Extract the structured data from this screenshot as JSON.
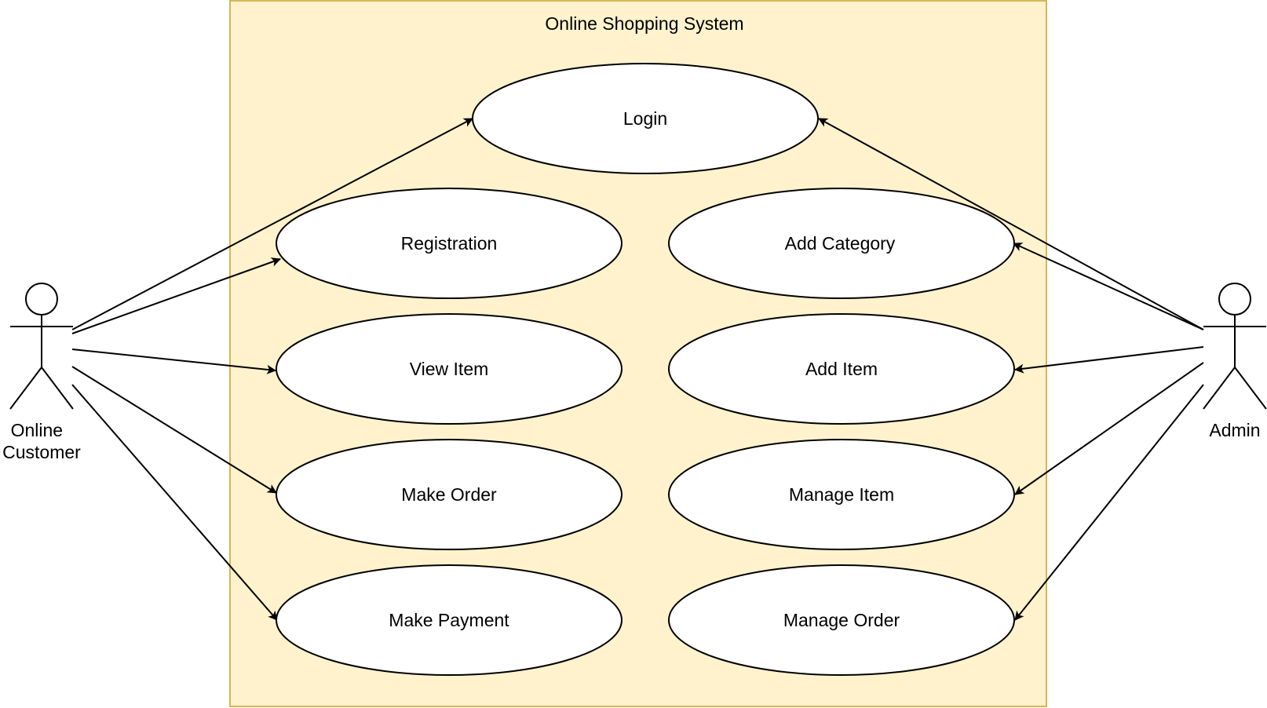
{
  "system": {
    "title": "Online Shopping System",
    "fill_color": "#FFF2CC",
    "border_color": "#D6B656"
  },
  "actors": {
    "customer": {
      "label_line1": "Online",
      "label_line2": "Customer"
    },
    "admin": {
      "label": "Admin"
    }
  },
  "use_cases": {
    "login": "Login",
    "registration": "Registration",
    "view_item": "View Item",
    "make_order": "Make Order",
    "make_payment": "Make Payment",
    "add_category": "Add Category",
    "add_item": "Add Item",
    "manage_item": "Manage Item",
    "manage_order": "Manage Order"
  },
  "associations": [
    {
      "from": "Online Customer",
      "to": "Login"
    },
    {
      "from": "Online Customer",
      "to": "Registration"
    },
    {
      "from": "Online Customer",
      "to": "View Item"
    },
    {
      "from": "Online Customer",
      "to": "Make Order"
    },
    {
      "from": "Online Customer",
      "to": "Make Payment"
    },
    {
      "from": "Admin",
      "to": "Login"
    },
    {
      "from": "Admin",
      "to": "Add Category"
    },
    {
      "from": "Admin",
      "to": "Add Item"
    },
    {
      "from": "Admin",
      "to": "Manage Item"
    },
    {
      "from": "Admin",
      "to": "Manage Order"
    }
  ]
}
